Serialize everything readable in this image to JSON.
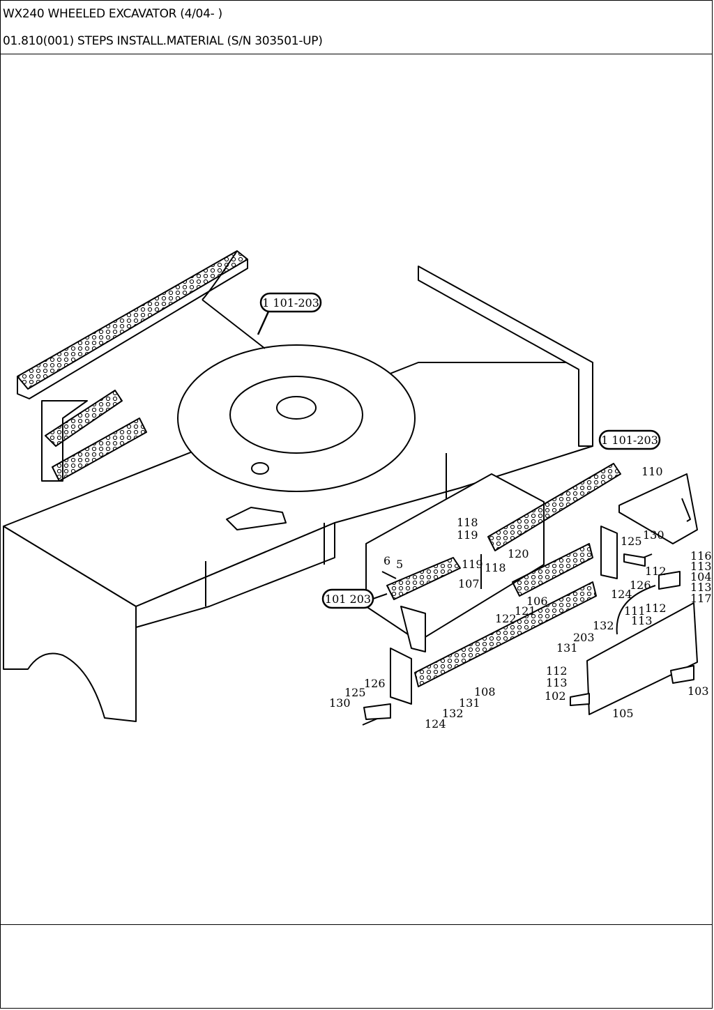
{
  "header": {
    "model": "WX240 WHEELED EXCAVATOR (4/04- )",
    "section": "01.810(001) STEPS INSTALL.MATERIAL (S/N 303501-UP)"
  },
  "callouts": {
    "ref_top": "1 101-203",
    "ref_right": "1 101-203",
    "ref_left": "101 203"
  },
  "part_numbers": {
    "p5": "5",
    "p6": "6",
    "p102": "102",
    "p103": "103",
    "p104": "104",
    "p105": "105",
    "p106": "106",
    "p107": "107",
    "p108": "108",
    "p110": "110",
    "p111": "111",
    "p112a": "112",
    "p112b": "112",
    "p112c": "112",
    "p113a": "113",
    "p113b": "113",
    "p113c": "113",
    "p113d": "113",
    "p116": "116",
    "p117": "117",
    "p118a": "118",
    "p118b": "118",
    "p119a": "119",
    "p119b": "119",
    "p120": "120",
    "p121": "121",
    "p122": "122",
    "p124a": "124",
    "p124b": "124",
    "p125a": "125",
    "p125b": "125",
    "p126a": "126",
    "p126b": "126",
    "p130a": "130",
    "p130b": "130",
    "p131a": "131",
    "p131b": "131",
    "p132a": "132",
    "p132b": "132",
    "p203": "203"
  }
}
